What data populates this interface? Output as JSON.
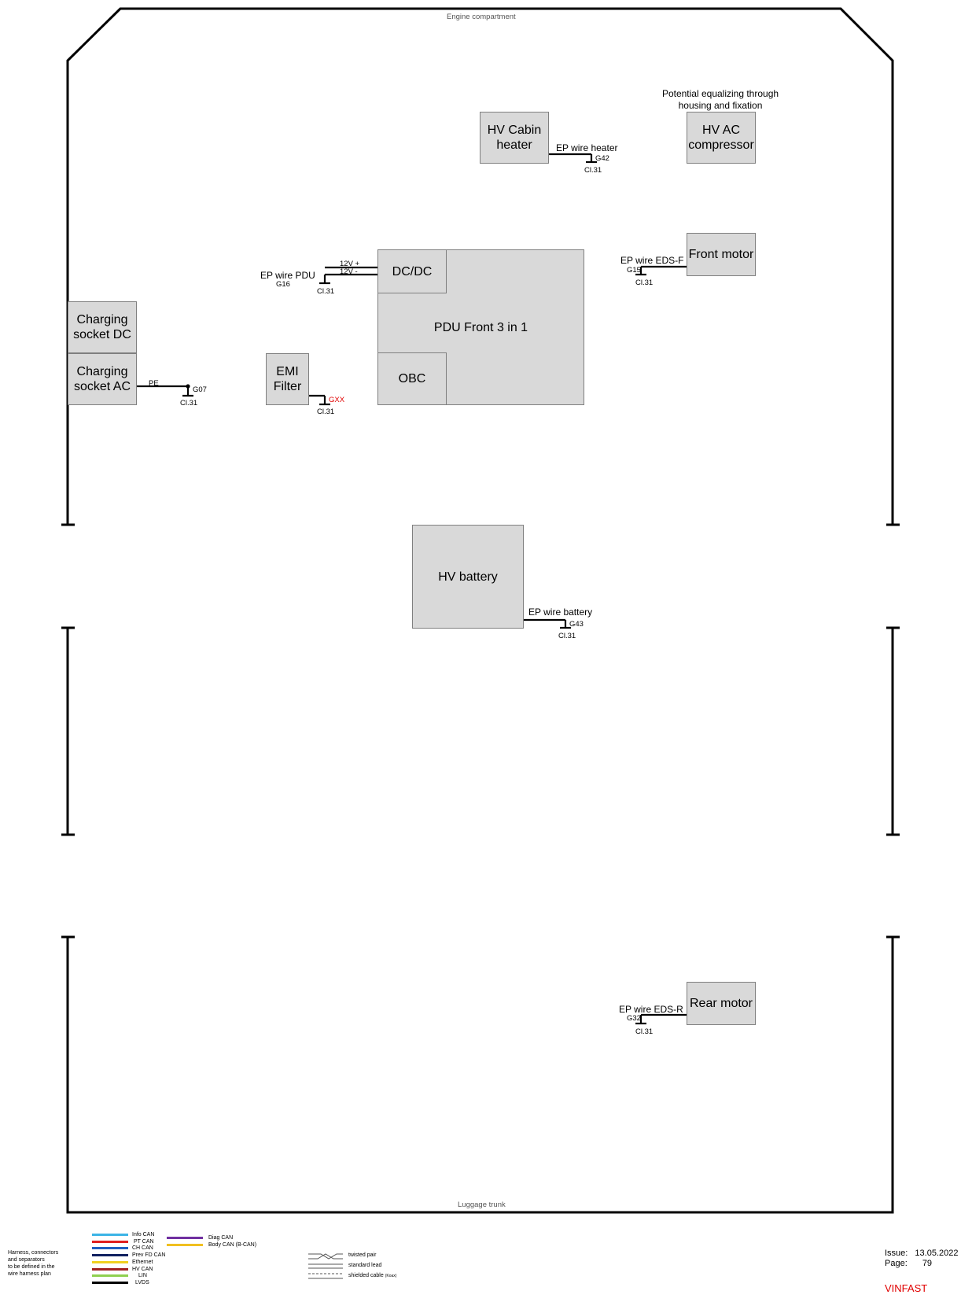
{
  "frame": {
    "top_label": "Engine compartment",
    "bottom_label": "Luggage trunk"
  },
  "components": {
    "hv_cabin_heater": "HV Cabin heater",
    "hv_ac_compressor": "HV AC compressor",
    "front_motor": "Front motor",
    "pdu_front": "PDU Front 3 in 1",
    "dcdc": "DC/DC",
    "obc": "OBC",
    "charging_socket_dc": "Charging socket DC",
    "charging_socket_ac": "Charging socket AC",
    "emi_filter": "EMI Filter",
    "hv_battery": "HV battery",
    "rear_motor": "Rear motor"
  },
  "annotations": {
    "potential_equalizing": "Potential equalizing through housing and fixation"
  },
  "wires": {
    "heater": {
      "label": "EP wire heater",
      "ground": "G42",
      "cl": "Cl.31"
    },
    "eds_f": {
      "label": "EP wire EDS-F",
      "ground": "G15",
      "cl": "Cl.31"
    },
    "pdu": {
      "label": "EP wire PDU",
      "ground": "G16",
      "cl": "Cl.31",
      "pos": "12V +",
      "neg": "12V -"
    },
    "ac": {
      "label": "PE",
      "ground": "G07",
      "cl": "Cl.31"
    },
    "emi": {
      "ground": "GXX",
      "cl": "Cl.31"
    },
    "battery": {
      "label": "EP wire battery",
      "ground": "G43",
      "cl": "Cl.31"
    },
    "eds_r": {
      "label": "EP wire EDS-R",
      "ground": "G32",
      "cl": "Cl.31"
    }
  },
  "legend": {
    "note": [
      "Harness, connectors",
      "and separators",
      "to be defined in the",
      "wire harness plan"
    ],
    "bus_items": [
      {
        "label": "Info CAN",
        "color": "#3cb4e6"
      },
      {
        "label": "PT CAN",
        "color": "#e02020"
      },
      {
        "label": "CH CAN",
        "color": "#2060c0"
      },
      {
        "label": "Prev FD CAN",
        "color": "#102060"
      },
      {
        "label": "Ethernet",
        "color": "#f0d020"
      },
      {
        "label": "HV CAN",
        "color": "#a02020"
      },
      {
        "label": "LIN",
        "color": "#90d050"
      },
      {
        "label": "LVDS",
        "color": "#000000"
      }
    ],
    "bus_items_2": [
      {
        "label": "Diag CAN",
        "color": "#7030a0"
      },
      {
        "label": "Body CAN (B-CAN)",
        "color": "#f0c020"
      }
    ],
    "line_types": [
      "twisted pair",
      "standard lead",
      "shielded cable"
    ],
    "koax": "(Koax)"
  },
  "footer": {
    "issue_label": "Issue:",
    "issue_date": "13.05.2022",
    "page_label": "Page:",
    "page_number": "79",
    "brand": "VINFAST",
    "brand_color": "#e00000"
  }
}
